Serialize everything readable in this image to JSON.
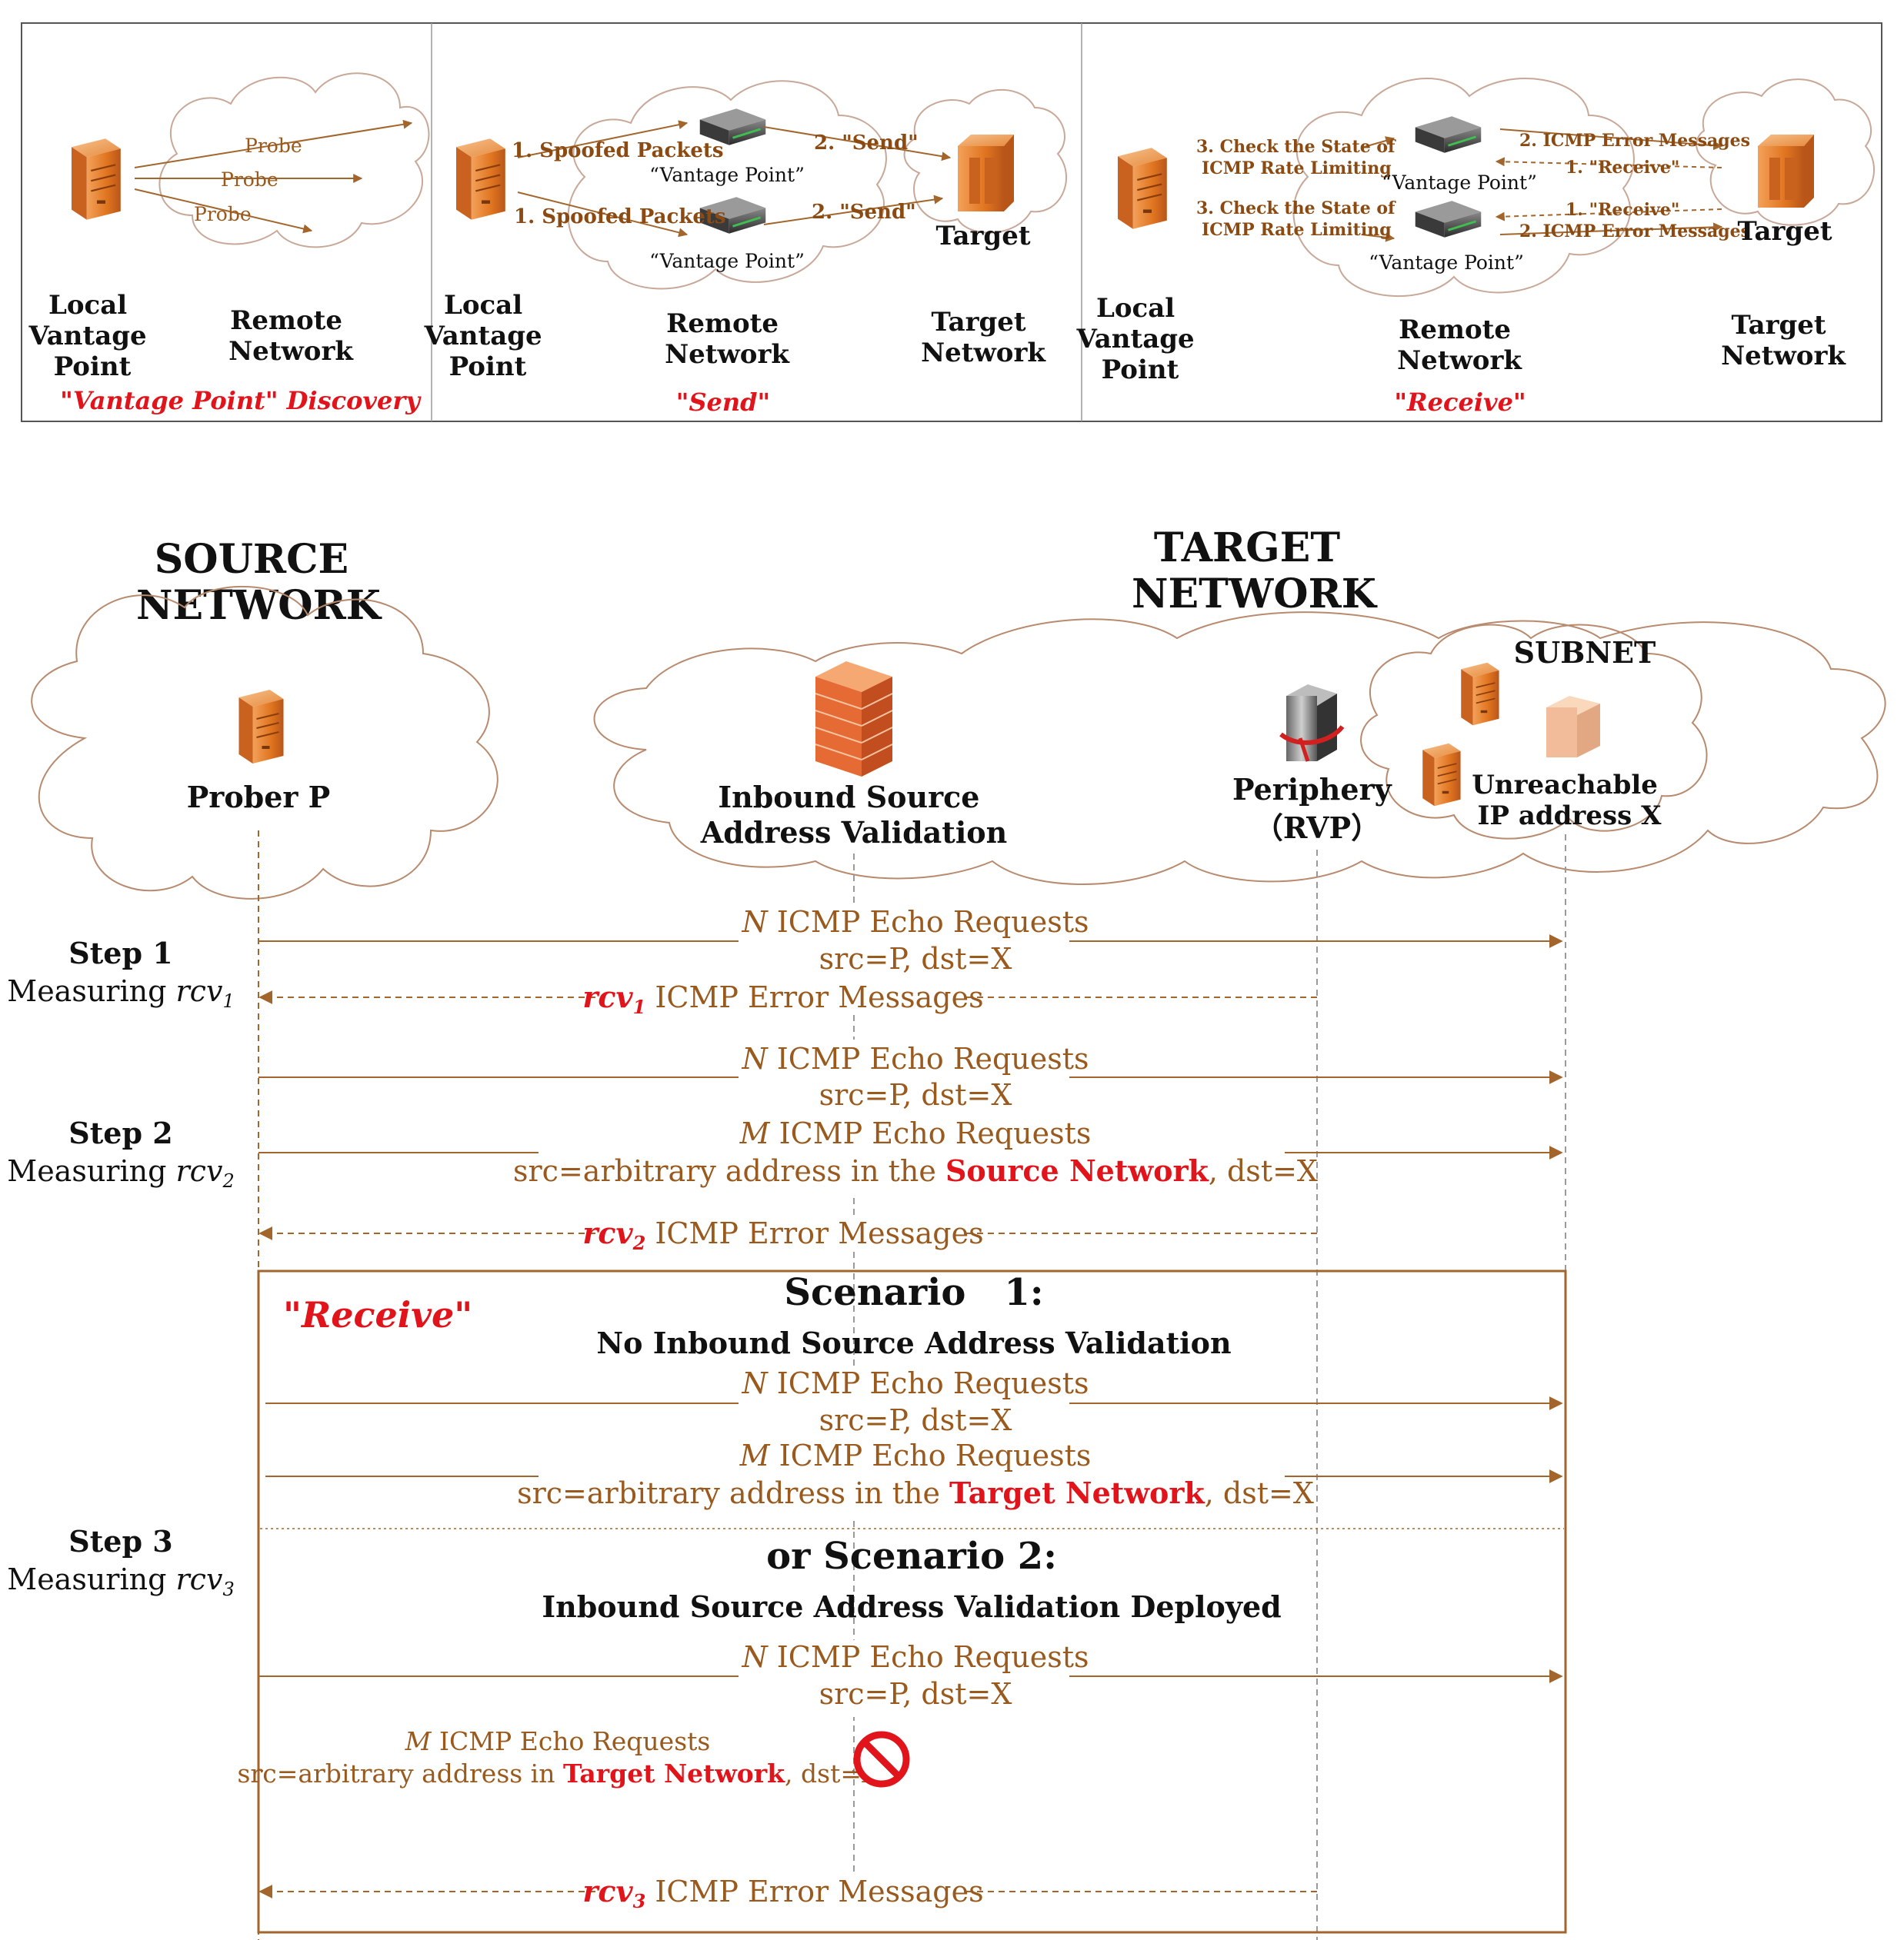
{
  "colors": {
    "brown": "#9a5a1e",
    "brown_text": "#8b4a12",
    "arrow": "#a2662c",
    "cloud": "#b88a6e",
    "red": "#e0141a",
    "black": "#111111",
    "server_orange": "#e57b2e",
    "frame": "#555555"
  },
  "top_panels": {
    "panel1": {
      "probe_labels": [
        "Probe",
        "Probe",
        "Probe"
      ],
      "local_label": [
        "Local",
        "Vantage",
        "Point"
      ],
      "remote_label": [
        "Remote",
        "Network"
      ],
      "caption": "\"Vantage Point\" Discovery"
    },
    "panel2": {
      "spoofed_1": "1. Spoofed Packets",
      "spoofed_2": "1. Spoofed Packets",
      "vp_1": "“Vantage Point”",
      "vp_2": "“Vantage Point”",
      "send_1": "2. \"Send\"",
      "send_2": "2. \"Send\"",
      "target": "Target",
      "local_label": [
        "Local",
        "Vantage",
        "Point"
      ],
      "remote_label": [
        "Remote",
        "Network"
      ],
      "target_label": [
        "Target",
        "Network"
      ],
      "caption": "\"Send\""
    },
    "panel3": {
      "check_1": [
        "3. Check the State of",
        "ICMP Rate Limiting"
      ],
      "check_2": [
        "3. Check the State of",
        "ICMP Rate Limiting"
      ],
      "vp_1": "“Vantage Point”",
      "vp_2": "“Vantage Point”",
      "err_1": "2. ICMP Error Messages",
      "recv_1": "1. \"Receive\"",
      "recv_2": "1. \"Receive\"",
      "err_2": "2. ICMP Error Messages",
      "target": "Target",
      "local_label": [
        "Local",
        "Vantage",
        "Point"
      ],
      "remote_label": [
        "Remote",
        "Network"
      ],
      "target_label": [
        "Target",
        "Network"
      ],
      "caption": "\"Receive\""
    }
  },
  "main": {
    "source_title": [
      "SOURCE",
      "NETWORK"
    ],
    "target_title": [
      "TARGET",
      "NETWORK"
    ],
    "subnet": "SUBNET",
    "prober": "Prober P",
    "isav": [
      "Inbound Source",
      "Address Validation"
    ],
    "periphery": [
      "Periphery",
      "（RVP）"
    ],
    "unreachable": [
      "Unreachable",
      "IP address X"
    ],
    "step1": {
      "title": "Step 1",
      "measure": "Measuring ",
      "var": "rcv",
      "sub": "1"
    },
    "step2": {
      "title": "Step 2",
      "measure": "Measuring ",
      "var": "rcv",
      "sub": "2"
    },
    "step3": {
      "title": "Step 3",
      "measure": "Measuring ",
      "var": "rcv",
      "sub": "3"
    },
    "n_req": {
      "var": "N",
      "text": " ICMP Echo Requests"
    },
    "m_req": {
      "var": "M",
      "text": " ICMP Echo Requests"
    },
    "src_p": "src=P, dst=X",
    "src_arb_prefix": "src=arbitrary address in the ",
    "source_network": "Source Network",
    "target_network": "Target Network",
    "dst_suffix": ", dst=X",
    "src_arb_prefix_short": "src=arbitrary address in ",
    "err": {
      "var": "rcv",
      "text": " ICMP Error Messages"
    },
    "receive_label": "\"Receive\"",
    "scenario1": "Scenario   1:",
    "scenario1_sub": "No Inbound Source Address Validation",
    "scenario2": "or Scenario 2:",
    "scenario2_sub": "Inbound Source Address Validation Deployed"
  }
}
